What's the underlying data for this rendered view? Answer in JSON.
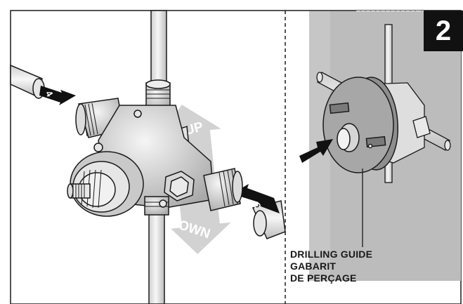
{
  "left_panel": {
    "arrow_up_label": "UP",
    "arrow_down_label": "DOWN",
    "pipe_callout_left": "4",
    "pipe_callout_right": "3"
  },
  "right_panel": {
    "step_number": "2",
    "callout": {
      "line1": "DRILLING GUIDE",
      "line2": "GABARIT",
      "line3": "DE PERÇAGE"
    }
  },
  "colors": {
    "wall": "#bcbcbc",
    "shade_arrow": "#d2d2d2",
    "ink": "#1a1a1a",
    "pipe": "#e8e8e8",
    "badge": "#111111"
  }
}
